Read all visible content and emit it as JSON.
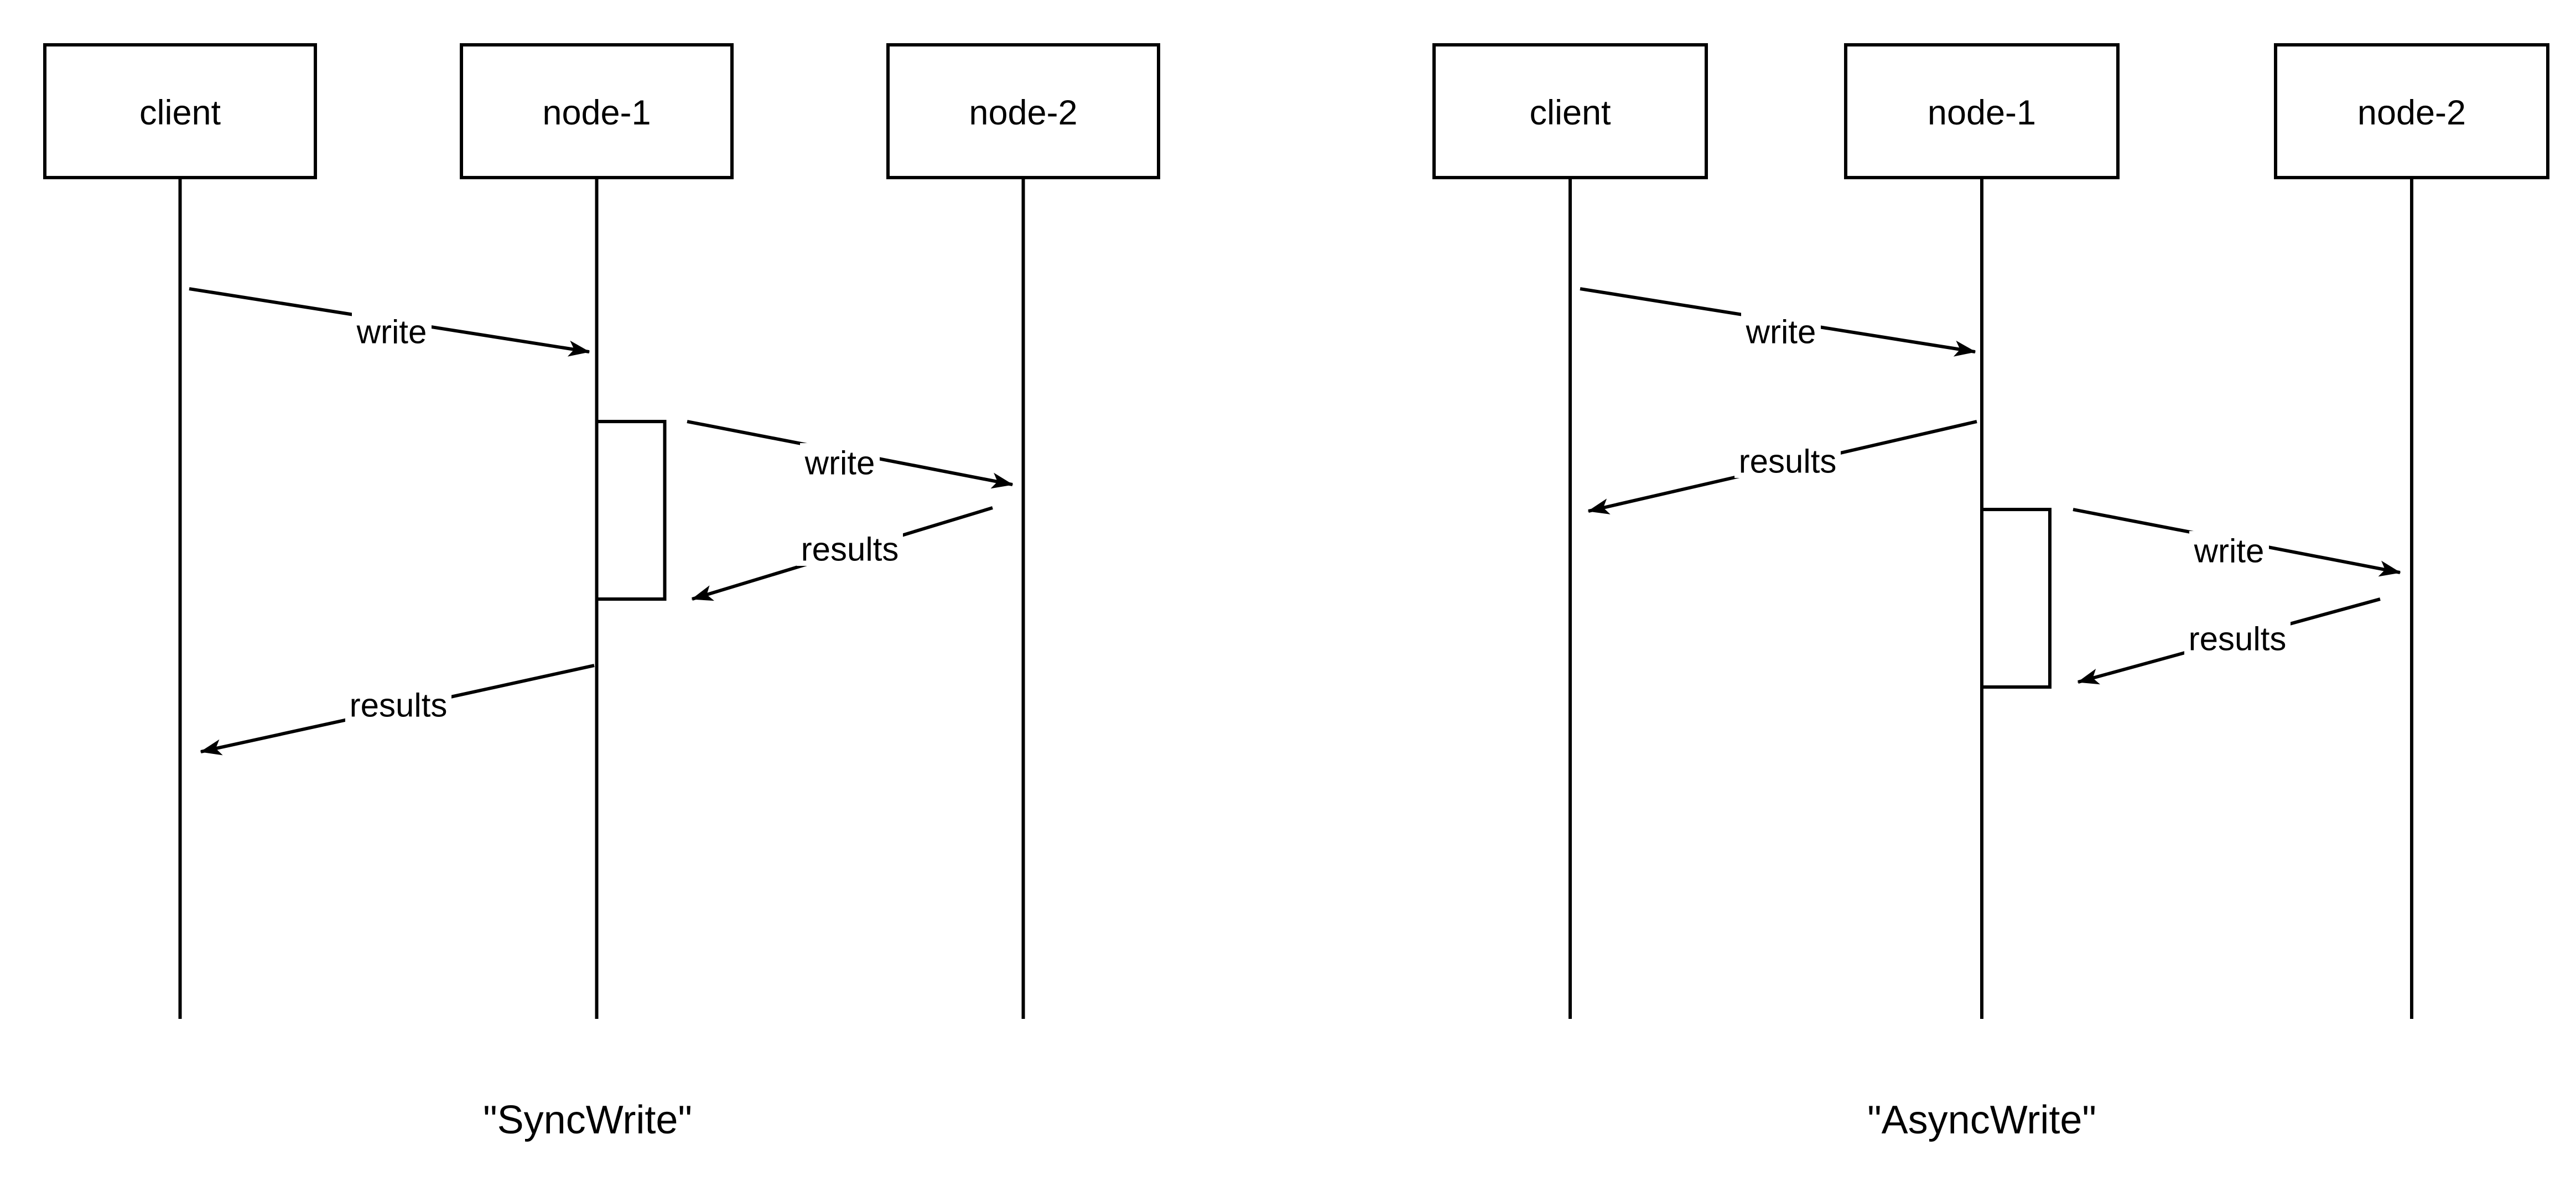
{
  "page": {
    "background_color": "#ffffff",
    "ink_color": "#000000"
  },
  "diagrams": [
    {
      "caption": "\"SyncWrite\"",
      "actors": [
        {
          "label": "client"
        },
        {
          "label": "node-1"
        },
        {
          "label": "node-2"
        }
      ],
      "messages": [
        {
          "label": "write",
          "from": "client",
          "to": "node-1"
        },
        {
          "label": "write",
          "from": "node-1",
          "to": "node-2"
        },
        {
          "label": "results",
          "from": "node-2",
          "to": "node-1"
        },
        {
          "label": "results",
          "from": "node-1",
          "to": "client"
        }
      ]
    },
    {
      "caption": "\"AsyncWrite\"",
      "actors": [
        {
          "label": "client"
        },
        {
          "label": "node-1"
        },
        {
          "label": "node-2"
        }
      ],
      "messages": [
        {
          "label": "write",
          "from": "client",
          "to": "node-1"
        },
        {
          "label": "results",
          "from": "node-1",
          "to": "client"
        },
        {
          "label": "write",
          "from": "node-1",
          "to": "node-2"
        },
        {
          "label": "results",
          "from": "node-2",
          "to": "node-1"
        }
      ]
    }
  ]
}
